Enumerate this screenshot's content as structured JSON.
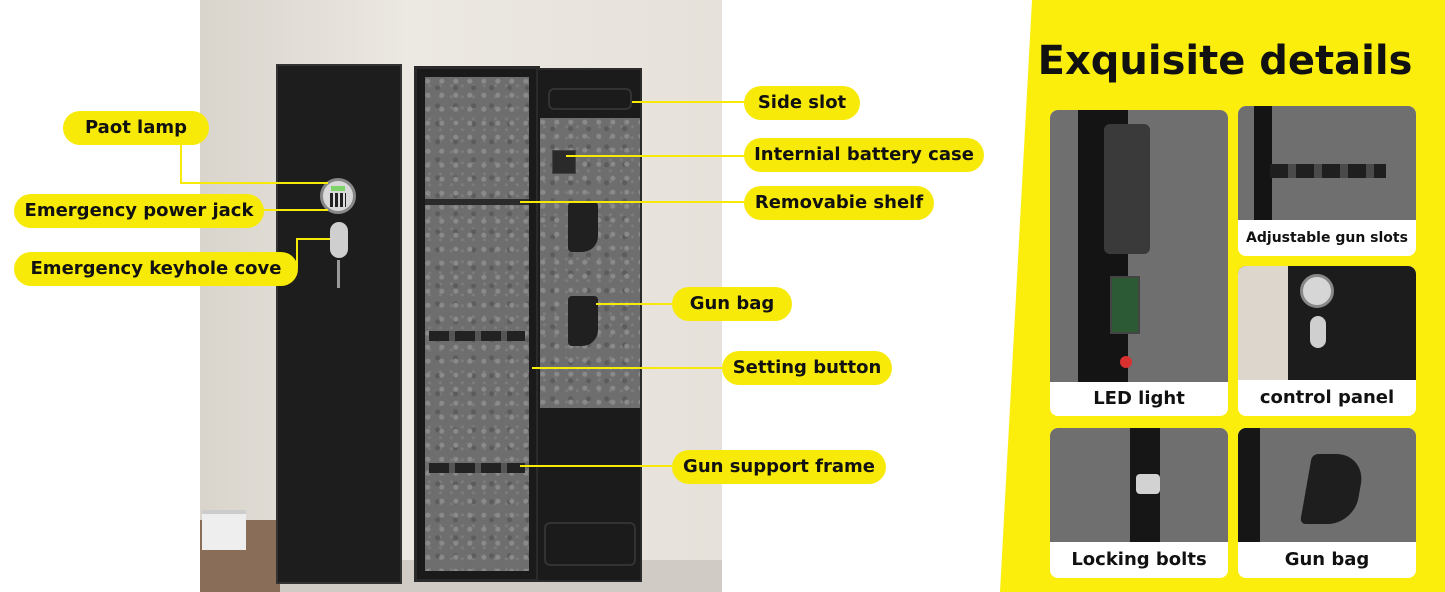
{
  "callouts": {
    "left": [
      {
        "label": "Paot lamp"
      },
      {
        "label": "Emergency power jack"
      },
      {
        "label": "Emergency keyhole cove"
      }
    ],
    "right": [
      {
        "label": "Side slot"
      },
      {
        "label": "Internial battery case"
      },
      {
        "label": "Removabie shelf"
      },
      {
        "label": "Gun bag"
      },
      {
        "label": "Setting button"
      },
      {
        "label": "Gun support frame"
      }
    ]
  },
  "details": {
    "title": "Exquisite details",
    "cards": [
      {
        "label": "LED light"
      },
      {
        "label": "Adjustable gun slots"
      },
      {
        "label": "control panel"
      },
      {
        "label": "Locking bolts"
      },
      {
        "label": "Gun bag"
      }
    ]
  },
  "colors": {
    "accent": "#f8ea08",
    "cabinet": "#1e1e1e",
    "stone": "#6e6e6e"
  }
}
